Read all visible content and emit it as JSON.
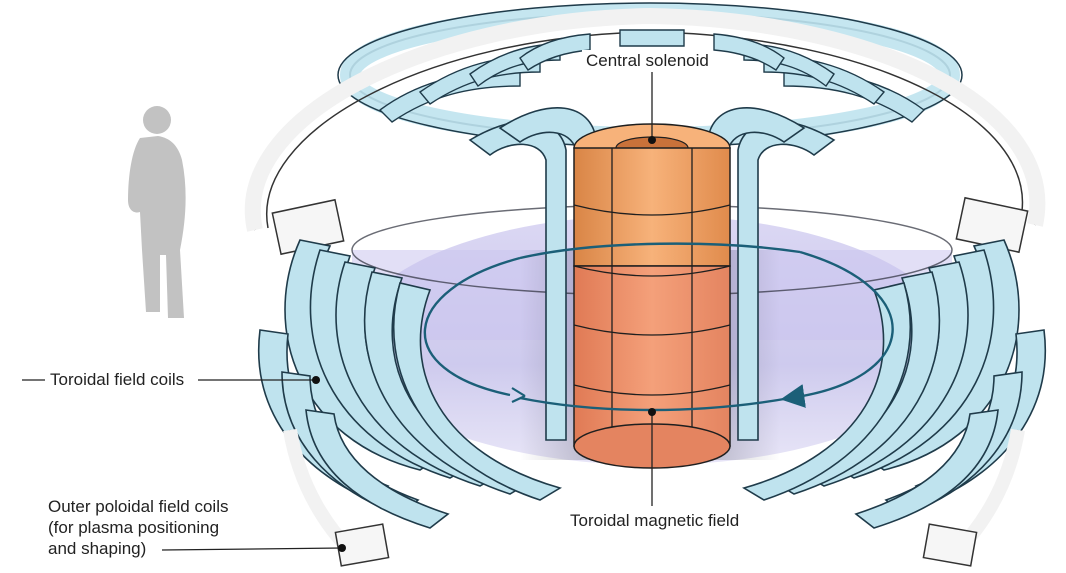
{
  "labels": {
    "central_solenoid": "Central solenoid",
    "toroidal_field_coils": "Toroidal field coils",
    "outer_poloidal_line1": "Outer poloidal field coils",
    "outer_poloidal_line2": "(for plasma positioning",
    "outer_poloidal_line3": "and shaping)",
    "toroidal_magnetic_field": "Toroidal magnetic field"
  },
  "colors": {
    "coil_fill": "#bfe3ee",
    "coil_edge": "#1f3b4a",
    "plasma": "#b9b4e6",
    "solenoid": "#f2a56b",
    "poloidal_coil": "#f2f2f2",
    "field_arrow": "#1b5f78",
    "person_silhouette": "#c2c2c2"
  }
}
